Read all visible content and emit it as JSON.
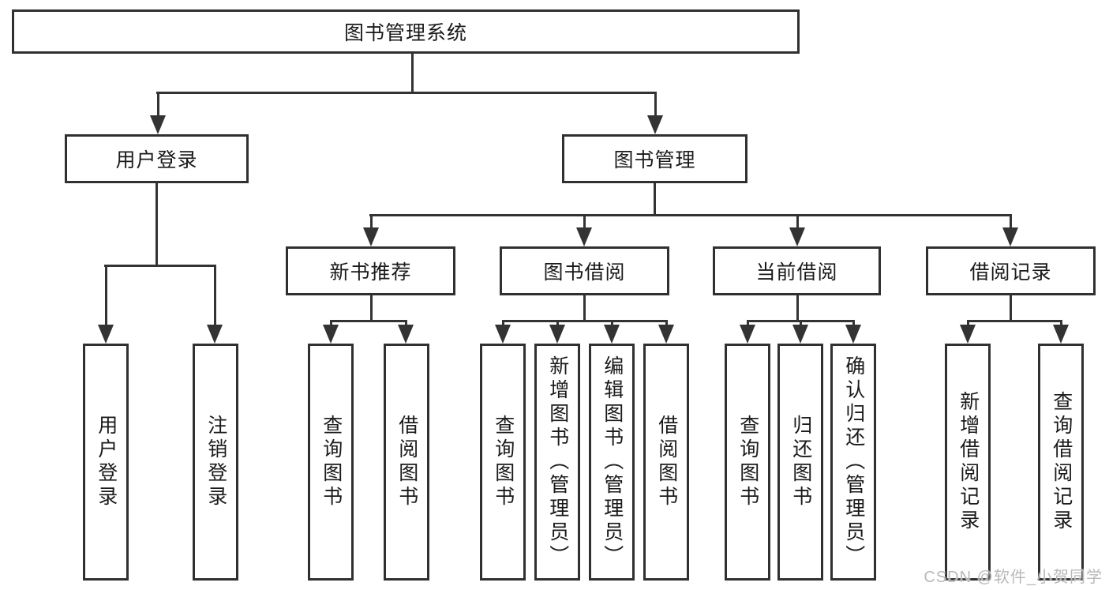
{
  "nodes": {
    "root": "图书管理系统",
    "user_login": "用户登录",
    "book_mgmt": "图书管理",
    "new_book": "新书推荐",
    "book_borrow": "图书借阅",
    "current_borrow": "当前借阅",
    "borrow_record": "借阅记录",
    "ul_login": "用户登录",
    "ul_logout": "注销登录",
    "nb_query": "查询图书",
    "nb_borrow": "借阅图书",
    "bb_query": "查询图书",
    "bb_add": "新增图书（管理员）",
    "bb_edit": "编辑图书（管理员）",
    "bb_borrow": "借阅图书",
    "cb_query": "查询图书",
    "cb_return": "归还图书",
    "cb_confirm": "确认归还（管理员）",
    "br_add": "新增借阅记录",
    "br_query": "查询借阅记录"
  },
  "tree": {
    "label": "图书管理系统",
    "children": [
      {
        "label": "用户登录",
        "children": [
          {
            "label": "用户登录"
          },
          {
            "label": "注销登录"
          }
        ]
      },
      {
        "label": "图书管理",
        "children": [
          {
            "label": "新书推荐",
            "children": [
              {
                "label": "查询图书"
              },
              {
                "label": "借阅图书"
              }
            ]
          },
          {
            "label": "图书借阅",
            "children": [
              {
                "label": "查询图书"
              },
              {
                "label": "新增图书（管理员）"
              },
              {
                "label": "编辑图书（管理员）"
              },
              {
                "label": "借阅图书"
              }
            ]
          },
          {
            "label": "当前借阅",
            "children": [
              {
                "label": "查询图书"
              },
              {
                "label": "归还图书"
              },
              {
                "label": "确认归还（管理员）"
              }
            ]
          },
          {
            "label": "借阅记录",
            "children": [
              {
                "label": "新增借阅记录"
              },
              {
                "label": "查询借阅记录"
              }
            ]
          }
        ]
      }
    ]
  },
  "watermark": "CSDN @软件_小贺同学",
  "colors": {
    "line": "#333333",
    "border": "#303030",
    "text": "#1a1a1a",
    "watermark": "#b9b9b9",
    "background": "#ffffff"
  }
}
